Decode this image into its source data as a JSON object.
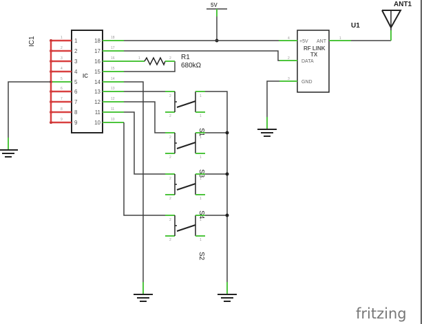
{
  "ic1": {
    "ref": "IC1",
    "title": "IC",
    "left_pins": [
      "1",
      "2",
      "3",
      "4",
      "5",
      "6",
      "7",
      "8",
      "9"
    ],
    "right_pins": [
      "18",
      "17",
      "16",
      "15",
      "14",
      "13",
      "12",
      "11",
      "10"
    ]
  },
  "power": {
    "label": "5V"
  },
  "resistor": {
    "ref": "R1",
    "value": "680kΩ",
    "pin1": "1",
    "pin2": "2"
  },
  "u1": {
    "ref": "U1",
    "title_line1": "RF LINK",
    "title_line2": "TX",
    "pins": {
      "vcc": "+5V",
      "ant": "ANT",
      "data": "DATA",
      "gnd": "GND"
    },
    "pin_numbers": {
      "vcc": "4",
      "ant": "1",
      "data": "2",
      "gnd": "3"
    }
  },
  "antenna": {
    "ref": "ANT1"
  },
  "switches": [
    {
      "ref": "S1"
    },
    {
      "ref": "S3"
    },
    {
      "ref": "S4"
    },
    {
      "ref": "S2"
    }
  ],
  "switch_pins": {
    "a": "2",
    "b": "1"
  },
  "logo": "fritzing",
  "colors": {
    "wire": "#404040",
    "connected_pin": "#4cc43c",
    "unconnected_pin": "#d84040"
  }
}
